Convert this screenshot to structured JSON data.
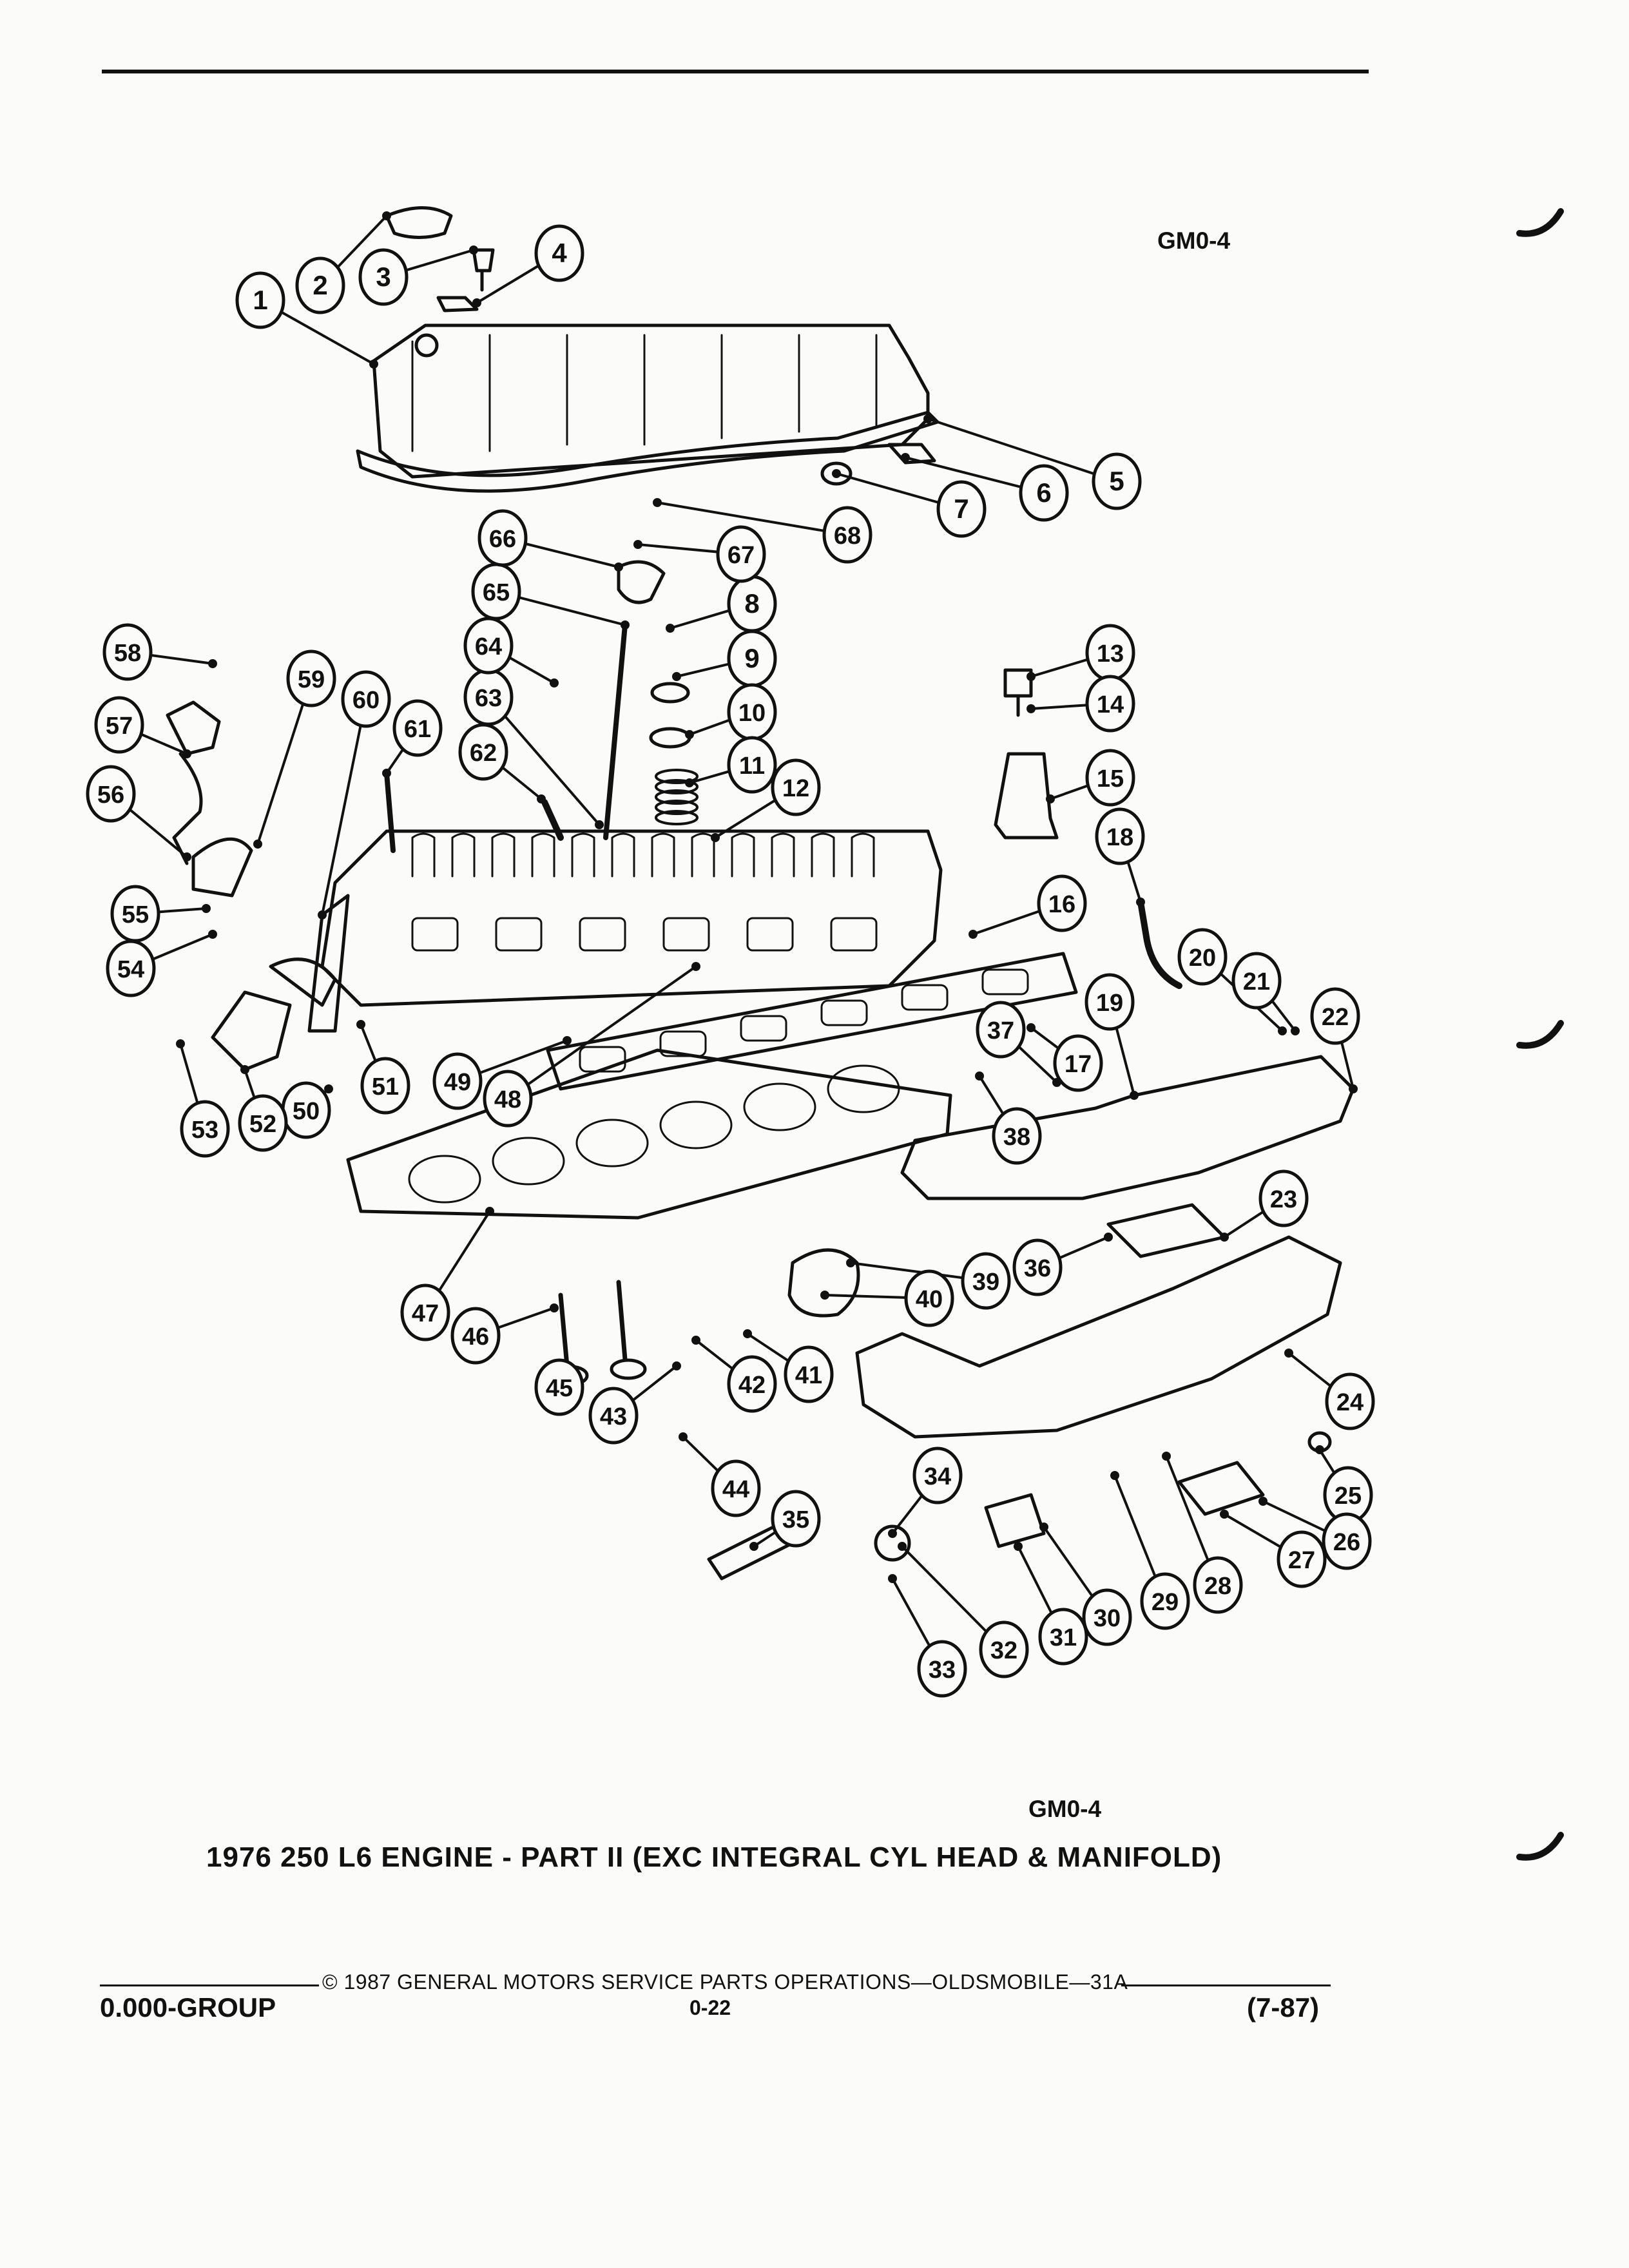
{
  "diagram_code_top": "GM0-4",
  "diagram_code_bottom": "GM0-4",
  "caption": "1976 250 L6 ENGINE - PART II (EXC INTEGRAL CYL HEAD & MANIFOLD)",
  "copyright": "© 1987 GENERAL MOTORS SERVICE PARTS OPERATIONS—OLDSMOBILE—31A",
  "group": "0.000-GROUP",
  "page_number": "0-22",
  "revision": "(7-87)",
  "callouts": [
    "1",
    "2",
    "3",
    "4",
    "5",
    "6",
    "7",
    "8",
    "9",
    "10",
    "11",
    "12",
    "13",
    "14",
    "15",
    "16",
    "17",
    "18",
    "19",
    "20",
    "21",
    "22",
    "23",
    "24",
    "25",
    "26",
    "27",
    "28",
    "29",
    "30",
    "31",
    "32",
    "33",
    "34",
    "35",
    "36",
    "37",
    "38",
    "39",
    "40",
    "41",
    "42",
    "43",
    "44",
    "45",
    "46",
    "47",
    "48",
    "49",
    "50",
    "51",
    "52",
    "53",
    "54",
    "55",
    "56",
    "57",
    "58",
    "59",
    "60",
    "61",
    "62",
    "63",
    "64",
    "65",
    "66",
    "67",
    "68"
  ]
}
